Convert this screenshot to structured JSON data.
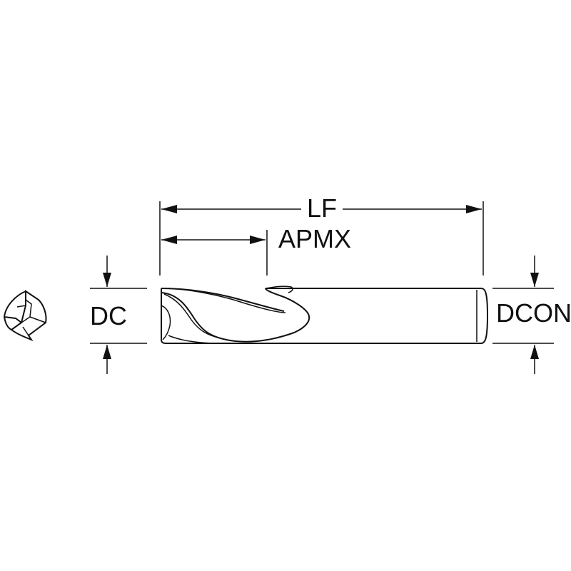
{
  "labels": {
    "lf": "LF",
    "apmx": "APMX",
    "dc": "DC",
    "dcon": "DCON"
  },
  "colors": {
    "line": "#111111",
    "background": "#ffffff"
  }
}
